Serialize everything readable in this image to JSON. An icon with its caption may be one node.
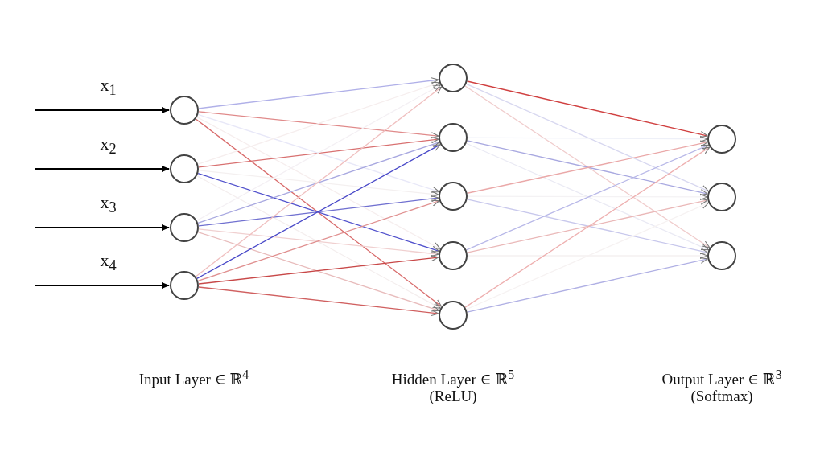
{
  "diagram": {
    "nodes": [
      {
        "text": [],
        "shape": "circle"
      },
      {
        "text": [],
        "shape": "circle"
      },
      {
        "text": [],
        "shape": "circle"
      },
      {
        "text": [],
        "shape": "circle"
      },
      {
        "text": [],
        "shape": "circle"
      },
      {
        "text": [],
        "shape": "circle"
      },
      {
        "text": [],
        "shape": "circle"
      },
      {
        "text": [],
        "shape": "circle"
      },
      {
        "text": [],
        "shape": "circle"
      },
      {
        "text": [],
        "shape": "circle"
      },
      {
        "text": [],
        "shape": "circle"
      },
      {
        "text": [],
        "shape": "circle"
      }
    ],
    "edges": [
      {
        "from": null,
        "to": 0,
        "arrow": "to",
        "label": "x$_{1}$",
        "color": "#000000"
      },
      {
        "from": null,
        "to": 1,
        "arrow": "to",
        "label": "x$_{2}$",
        "color": "#000000"
      },
      {
        "from": null,
        "to": 2,
        "arrow": "to",
        "label": "x$_{3}$",
        "color": "#000000"
      },
      {
        "from": null,
        "to": 3,
        "arrow": "to",
        "label": "x$_{4}$",
        "color": "#000000"
      },
      {
        "from": 0,
        "to": 4,
        "arrow": "to",
        "color": "#b0b0e8"
      },
      {
        "from": 0,
        "to": 5,
        "arrow": "to",
        "color": "#e08a8a"
      },
      {
        "from": 0,
        "to": 6,
        "arrow": "to",
        "color": "#e8e8f8"
      },
      {
        "from": 0,
        "to": 7,
        "arrow": "to",
        "color": "#f6eeee"
      },
      {
        "from": 0,
        "to": 8,
        "arrow": "to",
        "color": "#d86a6a"
      },
      {
        "from": 1,
        "to": 4,
        "arrow": "to",
        "color": "#f6eeee"
      },
      {
        "from": 1,
        "to": 5,
        "arrow": "to",
        "color": "#d87070"
      },
      {
        "from": 1,
        "to": 6,
        "arrow": "to",
        "color": "#f4f0f0"
      },
      {
        "from": 1,
        "to": 7,
        "arrow": "to",
        "color": "#5050cc"
      },
      {
        "from": 1,
        "to": 8,
        "arrow": "to",
        "color": "#f4eeee"
      },
      {
        "from": 2,
        "to": 4,
        "arrow": "to",
        "color": "#f4f0f4"
      },
      {
        "from": 2,
        "to": 5,
        "arrow": "to",
        "color": "#a8a8e0"
      },
      {
        "from": 2,
        "to": 6,
        "arrow": "to",
        "color": "#7070d0"
      },
      {
        "from": 2,
        "to": 7,
        "arrow": "to",
        "color": "#f0d0d0"
      },
      {
        "from": 2,
        "to": 8,
        "arrow": "to",
        "color": "#e8bcbc"
      },
      {
        "from": 3,
        "to": 4,
        "arrow": "to",
        "color": "#f0c0c0"
      },
      {
        "from": 3,
        "to": 5,
        "arrow": "to",
        "color": "#4848c8"
      },
      {
        "from": 3,
        "to": 6,
        "arrow": "to",
        "color": "#e09090"
      },
      {
        "from": 3,
        "to": 7,
        "arrow": "to",
        "color": "#c84848"
      },
      {
        "from": 3,
        "to": 8,
        "arrow": "to",
        "color": "#d06060"
      },
      {
        "from": 4,
        "to": 9,
        "arrow": "to",
        "color": "#d04040"
      },
      {
        "from": 4,
        "to": 10,
        "arrow": "to",
        "color": "#d8d8f0"
      },
      {
        "from": 4,
        "to": 11,
        "arrow": "to",
        "color": "#f0cccc"
      },
      {
        "from": 5,
        "to": 9,
        "arrow": "to",
        "color": "#eef0f8"
      },
      {
        "from": 5,
        "to": 10,
        "arrow": "to",
        "color": "#a8a8e0"
      },
      {
        "from": 5,
        "to": 11,
        "arrow": "to",
        "color": "#eaeaf4"
      },
      {
        "from": 6,
        "to": 9,
        "arrow": "to",
        "color": "#eaa8a8"
      },
      {
        "from": 6,
        "to": 10,
        "arrow": "to",
        "color": "#f4f2f4"
      },
      {
        "from": 6,
        "to": 11,
        "arrow": "to",
        "color": "#c8c8ec"
      },
      {
        "from": 7,
        "to": 9,
        "arrow": "to",
        "color": "#b8b8e8"
      },
      {
        "from": 7,
        "to": 10,
        "arrow": "to",
        "color": "#eab8b8"
      },
      {
        "from": 7,
        "to": 11,
        "arrow": "to",
        "color": "#f4f0f0"
      },
      {
        "from": 8,
        "to": 9,
        "arrow": "to",
        "color": "#eeb0b0"
      },
      {
        "from": 8,
        "to": 10,
        "arrow": "to",
        "color": "#f6f2f2"
      },
      {
        "from": 8,
        "to": 11,
        "arrow": "to",
        "color": "#b0b0e4"
      }
    ],
    "labels": [
      "Input Layer ∈ ℝ$^{4}$",
      "Hidden Layer ∈ ℝ$^{5}$",
      "(ReLU)",
      "Output Layer ∈ ℝ$^{3}$",
      "(Softmax)"
    ]
  }
}
